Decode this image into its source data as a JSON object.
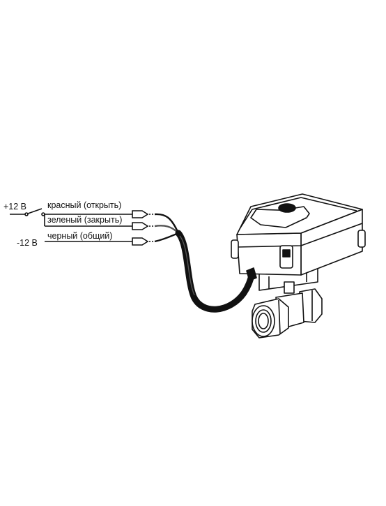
{
  "supply": {
    "plus_label": "+12 В",
    "minus_label": "-12 В"
  },
  "wires": [
    {
      "label": "красный (открыть)"
    },
    {
      "label": "зеленый (закрыть)"
    },
    {
      "label": "черный (общий)"
    }
  ],
  "colors": {
    "line": "#111111",
    "body_fill": "#ffffff",
    "shade": "#555555"
  }
}
